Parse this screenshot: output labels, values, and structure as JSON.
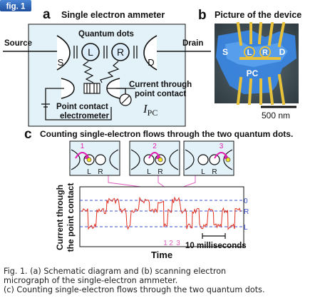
{
  "figure_tag": "fig. 1",
  "panel_a": {
    "letter": "a",
    "title": "Single electron ammeter",
    "quantum_dots_label": "Quantum dots",
    "source_label": "Source",
    "drain_label": "Drain",
    "s_label": "S",
    "l_label": "L",
    "r_label": "R",
    "d_label": "D",
    "current_label_line1": "Current through",
    "current_label_line2": "point contact",
    "electrometer_line1": "Point contact",
    "electrometer_line2": "electrometer",
    "ipc_main": "I",
    "ipc_sub": "PC"
  },
  "panel_b": {
    "letter": "b",
    "title": "Picture of the device",
    "s_label": "S",
    "l_label": "L",
    "r_label": "R",
    "d_label": "D",
    "pc_label": "PC",
    "scale_label": "500 nm"
  },
  "panel_c": {
    "letter": "c",
    "title": "Counting single-electron flows through the two quantum dots.",
    "insets": [
      {
        "step": "1",
        "left": "L",
        "right": "R"
      },
      {
        "step": "2",
        "left": "L",
        "right": "R"
      },
      {
        "step": "3",
        "left": "L",
        "right": "R"
      }
    ],
    "ylabel_line1": "Current through",
    "ylabel_line2": "the point contact",
    "xlabel": "Time",
    "level_labels": [
      "0",
      "R",
      "L"
    ],
    "event_markers": [
      "1",
      "2",
      "3"
    ],
    "time_scale_label": "10 milliseconds"
  },
  "caption": {
    "line1": "Fig. 1. (a) Schematic diagram and (b) scanning electron",
    "line2": "micrograph of the single-electron ammeter.",
    "line3": "(c) Counting single-electron flows through the two quantum dots."
  },
  "colors": {
    "tag_bg": "#2B63B8",
    "panel_a_bg": "#E3F2F9",
    "dot_fill": "#DCEEFB",
    "trace": "#E03020",
    "level_line": "#3A4FCF",
    "electron_path": "#E020B0",
    "electron_fill": "#F0E020",
    "connector": "#E060C0",
    "gold": "#E8C23A",
    "device_blue": "#3A86E0"
  }
}
